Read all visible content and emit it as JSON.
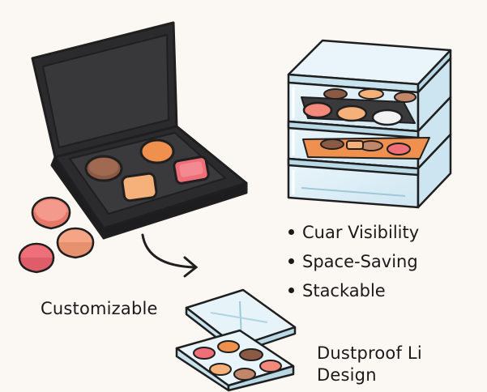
{
  "features": [
    {
      "label": "Cuar Visibility"
    },
    {
      "label": "Space-Saving"
    },
    {
      "label": "Stackable"
    }
  ],
  "customizable_label": "Customizable",
  "dustproof_label_line1": "Dustproof Li",
  "dustproof_label_line2": "Design",
  "colors": {
    "background": "#fbf8f3",
    "outline": "#1f1f1f",
    "palette_black": "#2b2b2d",
    "palette_inner": "#3a3a3c",
    "acrylic": "#dbeef6",
    "acrylic_edge": "#9fc8db",
    "bronze": "#8a5a44",
    "orange": "#f0904e",
    "peach": "#f6b07a",
    "pink": "#ef6f78",
    "coral": "#f2897b",
    "salmon": "#f5a585",
    "white_shadow": "#f2f2f2",
    "tan": "#c2876a"
  },
  "icons": [
    "magnetic-palette-icon",
    "stacked-acrylic-organizer-icon",
    "dustproof-lid-case-icon",
    "loose-pan-icon",
    "curved-arrow-icon"
  ]
}
